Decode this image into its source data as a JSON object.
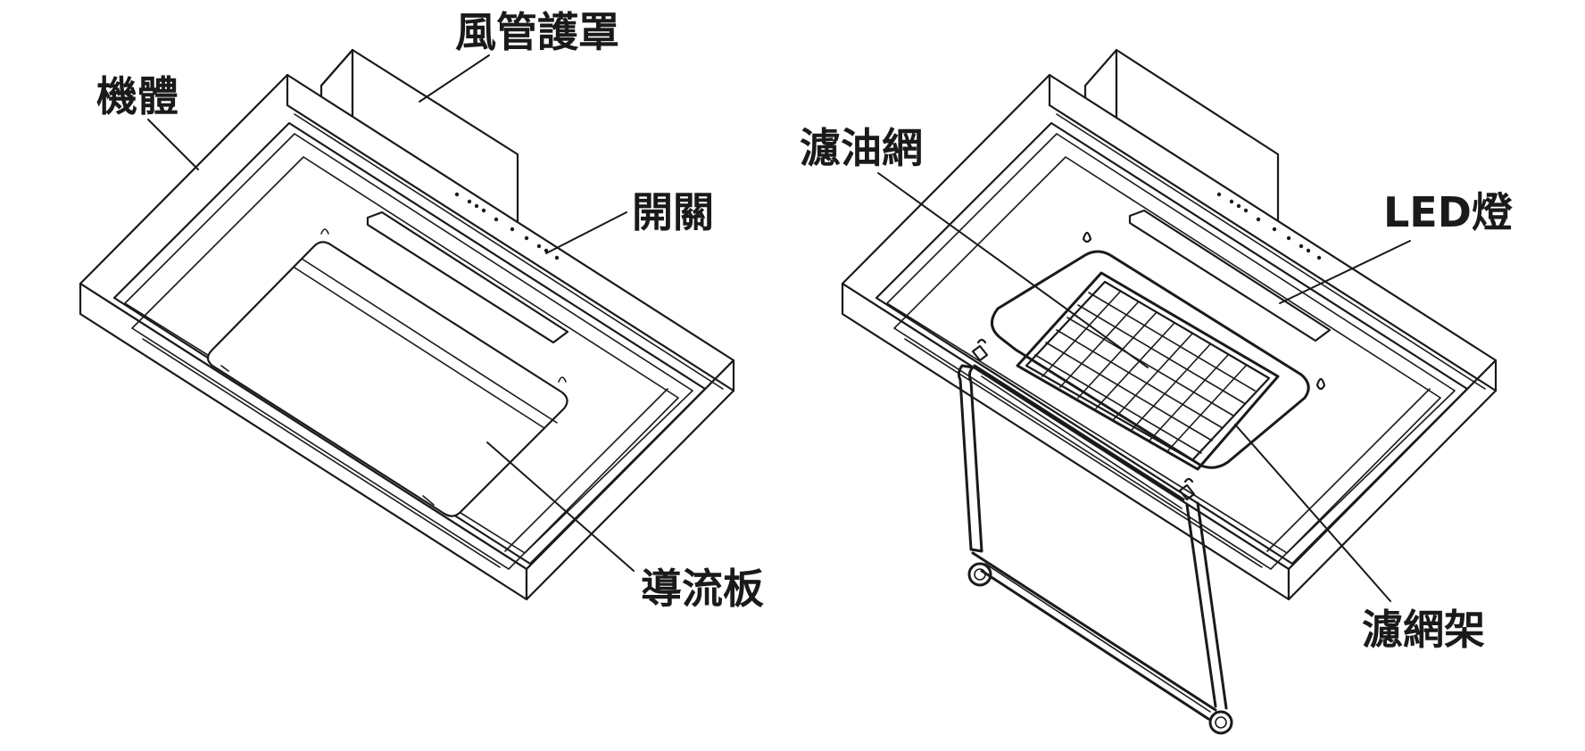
{
  "labels": {
    "duct_cover": "風管護罩",
    "body": "機體",
    "switch": "開關",
    "deflector": "導流板",
    "oil_filter": "濾油網",
    "led_light": "LED燈",
    "filter_frame": "濾網架"
  },
  "colors": {
    "line": "#1a1a1a",
    "background": "#ffffff"
  }
}
